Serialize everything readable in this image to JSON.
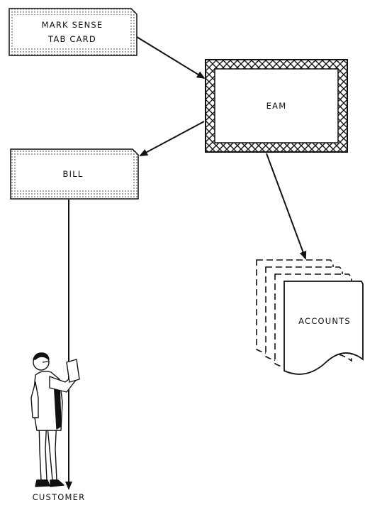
{
  "nodes": {
    "mark_sense_line1": "MARK SENSE",
    "mark_sense_line2": "TAB CARD",
    "eam": "EAM",
    "bill": "BILL",
    "accounts": "ACCOUNTS",
    "customer": "CUSTOMER"
  },
  "edges": [
    {
      "from": "mark-sense-tab-card",
      "to": "eam"
    },
    {
      "from": "eam",
      "to": "bill"
    },
    {
      "from": "eam",
      "to": "accounts"
    },
    {
      "from": "bill",
      "to": "customer"
    }
  ]
}
